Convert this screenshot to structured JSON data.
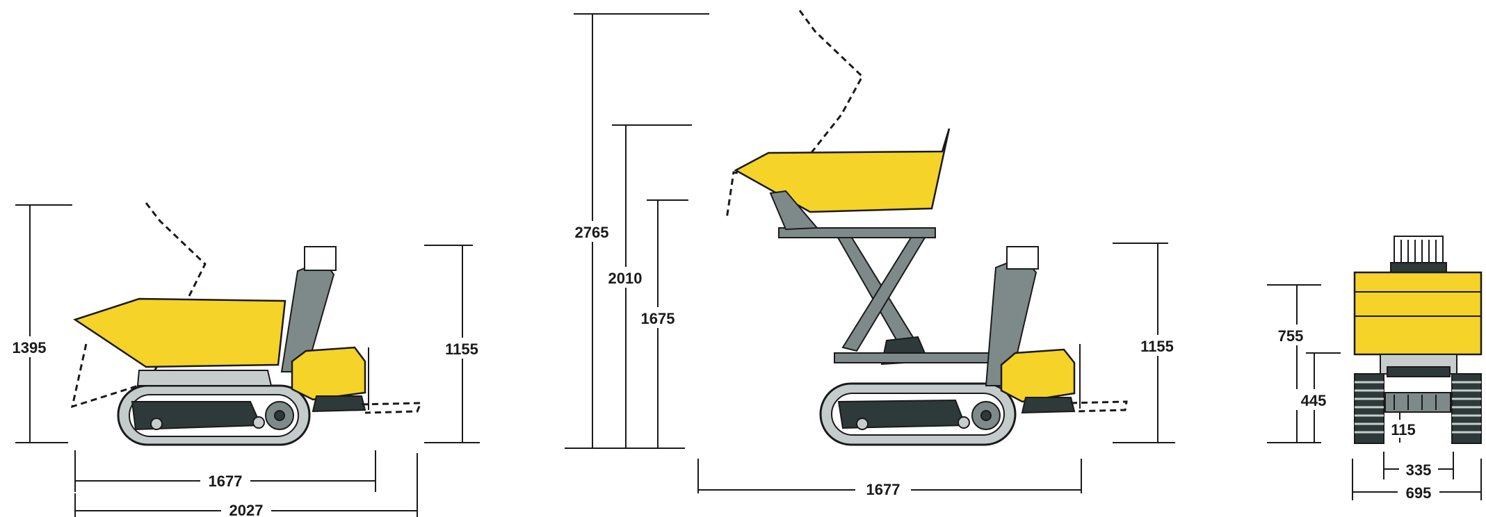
{
  "views": {
    "standard": {
      "height_tipped": "1395",
      "height_overall": "1155",
      "track_length": "1677",
      "overall_length": "2027"
    },
    "high_tip": {
      "height_max_tip": "2765",
      "height_raised": "2010",
      "height_discharge": "1675",
      "height_overall": "1155",
      "track_length": "1677"
    },
    "front": {
      "skip_height": "755",
      "height_low": "445",
      "ground_clearance": "115",
      "track_gauge": "335",
      "overall_width": "695"
    }
  },
  "colors": {
    "body_yellow": "#f5d328",
    "chassis_dark": "#2d3a39",
    "frame_grey": "#7e8a8a",
    "outline": "#1a1a1a"
  }
}
